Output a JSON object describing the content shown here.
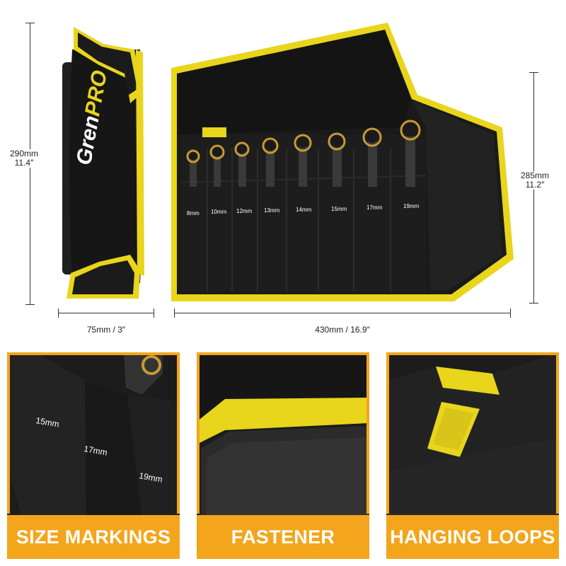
{
  "brand": {
    "logo_text_a": "Gren",
    "logo_text_b": "PRO"
  },
  "dimensions": {
    "rolled_height_mm": "290mm",
    "rolled_height_in": "11.4″",
    "rolled_width": "75mm / 3″",
    "open_height_mm": "285mm",
    "open_height_in": "11.2″",
    "open_width": "430mm / 16.9″"
  },
  "pocket_sizes": [
    "8mm",
    "10mm",
    "12mm",
    "13mm",
    "14mm",
    "15mm",
    "17mm",
    "19mm"
  ],
  "detail_sizes": [
    "15mm",
    "17mm",
    "19mm"
  ],
  "features": [
    {
      "label": "SIZE MARKINGS"
    },
    {
      "label": "FASTENER"
    },
    {
      "label": "HANGING LOOPS"
    }
  ],
  "colors": {
    "accent": "#f3a51c",
    "trim": "#e8d51c",
    "fabric": "#1b1b1b"
  }
}
